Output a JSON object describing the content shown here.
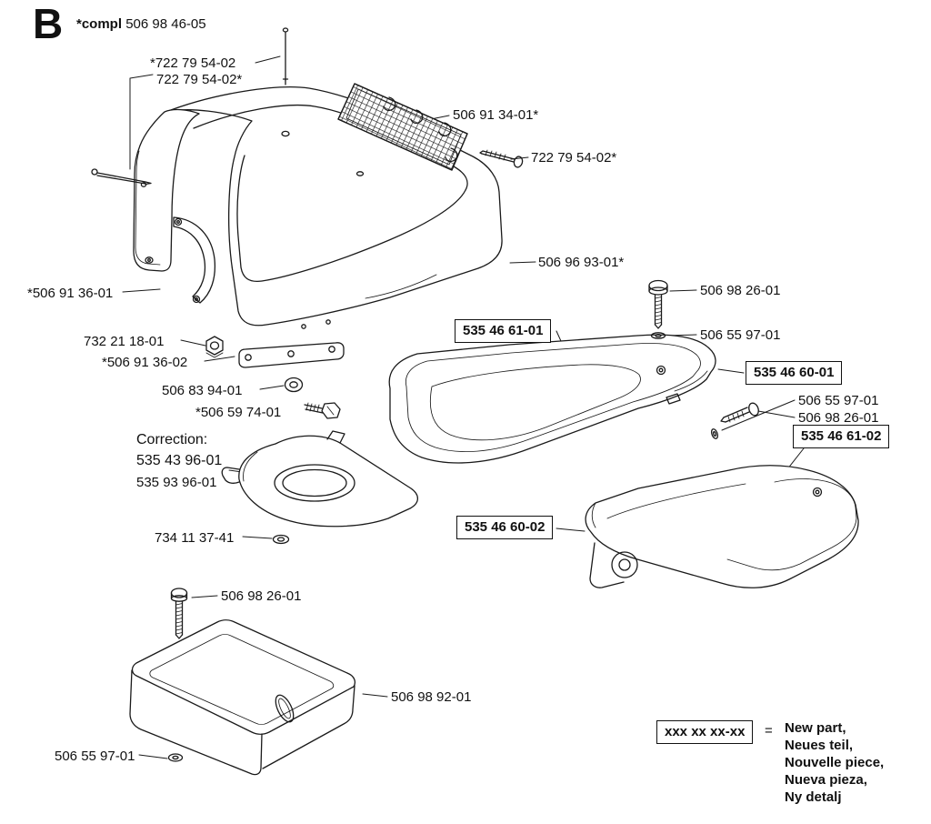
{
  "header": {
    "section": "B",
    "compl_prefix": "*compl",
    "compl_number": "506 98 46-05"
  },
  "callouts": [
    {
      "text": "*722 79 54-02",
      "boxed": false
    },
    {
      "text": "722 79 54-02*",
      "boxed": false
    },
    {
      "text": "506 91 34-01*",
      "boxed": false
    },
    {
      "text": "722 79 54-02*",
      "boxed": false
    },
    {
      "text": "506 96 93-01*",
      "boxed": false
    },
    {
      "text": "*506 91 36-01",
      "boxed": false
    },
    {
      "text": "506 98 26-01",
      "boxed": false
    },
    {
      "text": "732 21 18-01",
      "boxed": false
    },
    {
      "text": "506 55 97-01",
      "boxed": false
    },
    {
      "text": "535 46 61-01",
      "boxed": true
    },
    {
      "text": "*506 91 36-02",
      "boxed": false
    },
    {
      "text": "535 46 60-01",
      "boxed": true
    },
    {
      "text": "506 83 94-01",
      "boxed": false
    },
    {
      "text": "506 55 97-01",
      "boxed": false
    },
    {
      "text": "*506 59 74-01",
      "boxed": false
    },
    {
      "text": "506 98 26-01",
      "boxed": false
    },
    {
      "text": "535 46 61-02",
      "boxed": true
    },
    {
      "text": "535 46 60-02",
      "boxed": true
    },
    {
      "text": "734 11 37-41",
      "boxed": false
    },
    {
      "text": "506 98 26-01",
      "boxed": false
    },
    {
      "text": "506 98 92-01",
      "boxed": false
    },
    {
      "text": "506 55 97-01",
      "boxed": false
    }
  ],
  "correction": {
    "line1": "Correction:",
    "line2": "535 43 96-01",
    "line3": "535 93 96-01"
  },
  "legend": {
    "pattern": "xxx xx xx-xx",
    "equals": "=",
    "meanings": [
      "New part,",
      "Neues teil,",
      "Nouvelle piece,",
      "Nueva pieza,",
      "Ny detalj"
    ]
  }
}
